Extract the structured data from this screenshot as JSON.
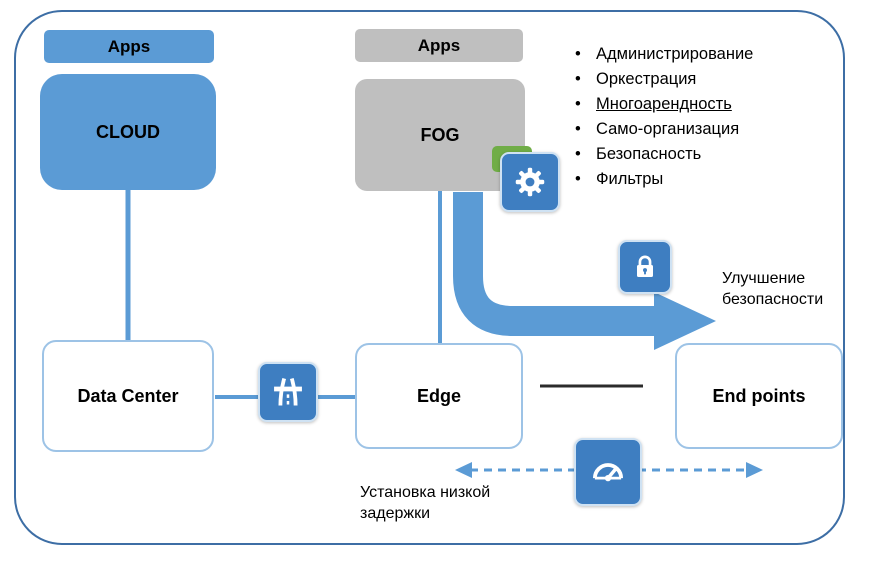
{
  "colors": {
    "blue_fill": "#5B9BD5",
    "gray_fill": "#BFBFBF",
    "outer_border": "#3D6EA5",
    "light_box_border": "#9DC3E6",
    "icon_blue": "#3E7EC1",
    "green_accent": "#70AD47",
    "dark_line": "#2B2B2B"
  },
  "cloud_column": {
    "apps_label": "Apps",
    "box_label": "CLOUD"
  },
  "fog_column": {
    "apps_label": "Apps",
    "box_label": "FOG"
  },
  "features": [
    "Администрирование",
    "Оркестрация",
    "Многоарендность",
    "Само-организация",
    "Безопасность",
    "Фильтры"
  ],
  "bottom_row": {
    "data_center_label": "Data Center",
    "edge_label": "Edge",
    "end_points_label": "End points"
  },
  "annotations": {
    "security": "Улучшение безопасности",
    "latency": "Установка низкой задержки"
  }
}
